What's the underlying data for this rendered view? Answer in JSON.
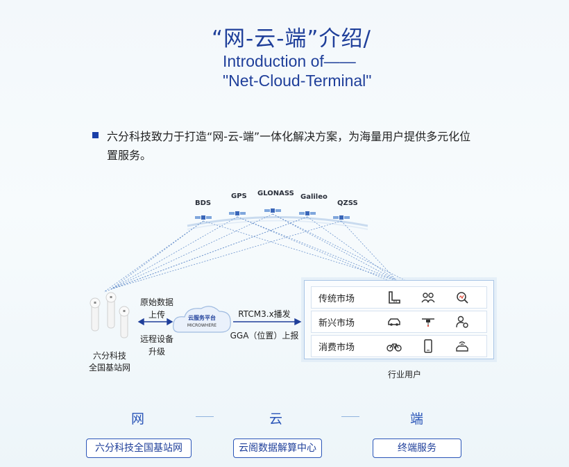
{
  "title": {
    "cn": "“网-云-端”介绍/",
    "en_line1": "Introduction of——",
    "en_line2": "\"Net-Cloud-Terminal\""
  },
  "intro_text": "六分科技致力于打造“网-云-端”一体化解决方案，为海量用户提供多元化位置服务。",
  "satellites": [
    "BDS",
    "GPS",
    "GLONASS",
    "Galileo",
    "QZSS"
  ],
  "station": {
    "label_line1": "六分科技",
    "label_line2": "全国基站网"
  },
  "uplink": {
    "line1": "原始数据",
    "line2": "上传",
    "line3": "远程设备",
    "line4": "升级"
  },
  "cloud": {
    "name": "云服务平台",
    "brand": "MICROWHERE"
  },
  "downlink": {
    "broadcast": "RTCM3.x播发",
    "report": "GGA（位置）上报"
  },
  "markets": [
    {
      "label": "传统市场",
      "icons": [
        "ruler-icon",
        "survey-people-icon",
        "search-analytics-icon"
      ]
    },
    {
      "label": "新兴市场",
      "icons": [
        "car-icon",
        "drone-icon",
        "person-settings-icon"
      ]
    },
    {
      "label": "消费市场",
      "icons": [
        "bicycle-icon",
        "smartphone-icon",
        "connected-car-icon"
      ]
    }
  ],
  "industry_users": "行业用户",
  "triad": {
    "net": "网",
    "cloud": "云",
    "terminal": "端"
  },
  "pills": {
    "net": "六分科技全国基站网",
    "cloud": "云阁数据解算中心",
    "terminal": "终端服务"
  },
  "colors": {
    "primary": "#1f3f9a",
    "accent": "#2a55b8",
    "line": "#5a86c8"
  }
}
